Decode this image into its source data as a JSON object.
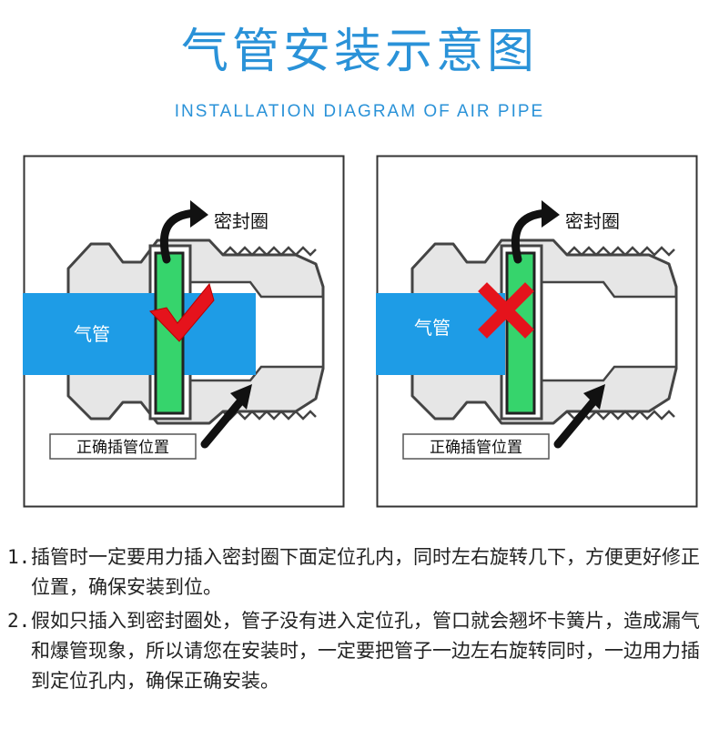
{
  "header": {
    "title": "气管安装示意图",
    "subtitle": "INSTALLATION DIAGRAM OF AIR PIPE"
  },
  "panels": [
    {
      "seal_label": "密封圈",
      "pipe_label": "气管",
      "position_label": "正确插管位置",
      "mark": "check-mark"
    },
    {
      "seal_label": "密封圈",
      "pipe_label": "气管",
      "position_label": "正确插管位置",
      "mark": "cross-mark"
    }
  ],
  "instructions": [
    {
      "num": "1.",
      "text": "插管时一定要用力插入密封圈下面定位孔内，同时左右旋转几下，方便更好修正位置，确保安装到位。"
    },
    {
      "num": "2.",
      "text": "假如只插入到密封圈处，管子没有进入定位孔，管口就会翘坏卡簧片，造成漏气和爆管现象，所以请您在安装时，一定要把管子一边左右旋转同时，一边用力插到定位孔内，确保正确安装。"
    }
  ],
  "colors": {
    "accent": "#2a92d8",
    "pipe": "#1e9ce6",
    "seal": "#33d36b",
    "fitting": "#e8e8e8",
    "mark": "#e5131c"
  }
}
